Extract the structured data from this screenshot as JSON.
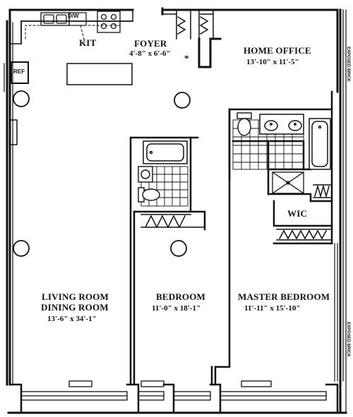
{
  "rooms": {
    "kitchen": {
      "name": "KIT"
    },
    "foyer": {
      "name": "FOYER",
      "dims": "4'-8\" x 6'-6\""
    },
    "home_office": {
      "name": "HOME OFFICE",
      "dims": "13'-10\" x 11'-5\""
    },
    "wic": {
      "name": "WIC"
    },
    "living": {
      "name1": "LIVING ROOM",
      "name2": "DINING ROOM",
      "dims": "13'-6\" x 34'-1\""
    },
    "bedroom": {
      "name": "BEDROOM",
      "dims": "11'-0\" x 18'-1\""
    },
    "master": {
      "name": "MASTER BEDROOM",
      "dims": "11'-11\" x 15'-10\""
    }
  },
  "fixtures": {
    "dw": "D/W",
    "ref": "REF",
    "asterisk": "*"
  },
  "notes": {
    "exposed_brick_top": "EXPOSED BRICK",
    "exposed_brick_bottom": "EXPOSED BRICK"
  },
  "icons": [
    "dishwasher-icon",
    "refrigerator-icon",
    "stove-icon",
    "sink-icon",
    "toilet-icon",
    "bathtub-icon",
    "shower-icon",
    "column-icon",
    "closet-icon",
    "window-icon"
  ]
}
